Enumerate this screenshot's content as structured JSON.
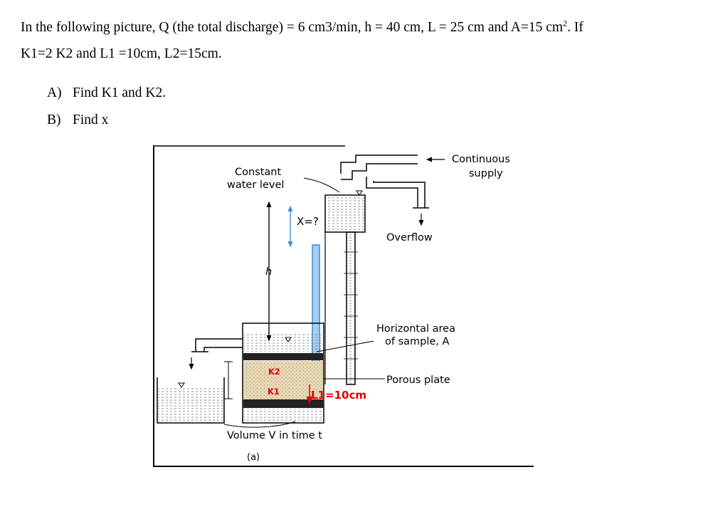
{
  "question": {
    "line1_a": "In the following picture, Q (the total discharge) = 6 cm3/min, h = 40 cm, L = 25 cm and A=15 cm",
    "line1_sup": "2",
    "line1_b": ". If",
    "line2": "K1=2 K2 and L1 =10cm, L2=15cm."
  },
  "parts": [
    {
      "label": "A)",
      "text": "Find K1 and K2."
    },
    {
      "label": "B)",
      "text": "Find x"
    }
  ],
  "figure": {
    "continuous_supply_1": "Continuous",
    "continuous_supply_2": "supply",
    "constant_level_1": "Constant",
    "constant_level_2": "water level",
    "x_label": "X=?",
    "h_label": "h",
    "overflow": "Overflow",
    "horizontal_area_1": "Horizontal area",
    "horizontal_area_2": "of sample, A",
    "porous_plate": "Porous plate",
    "k2": "K2",
    "k1": "K1",
    "l1_label": "L1=10cm",
    "volume_label": "Volume V in time t",
    "panel_label": "(a)",
    "colors": {
      "accent_blue": "#3b8fd6",
      "red_label": "#e00000",
      "sand": "#e8d9b8"
    }
  }
}
